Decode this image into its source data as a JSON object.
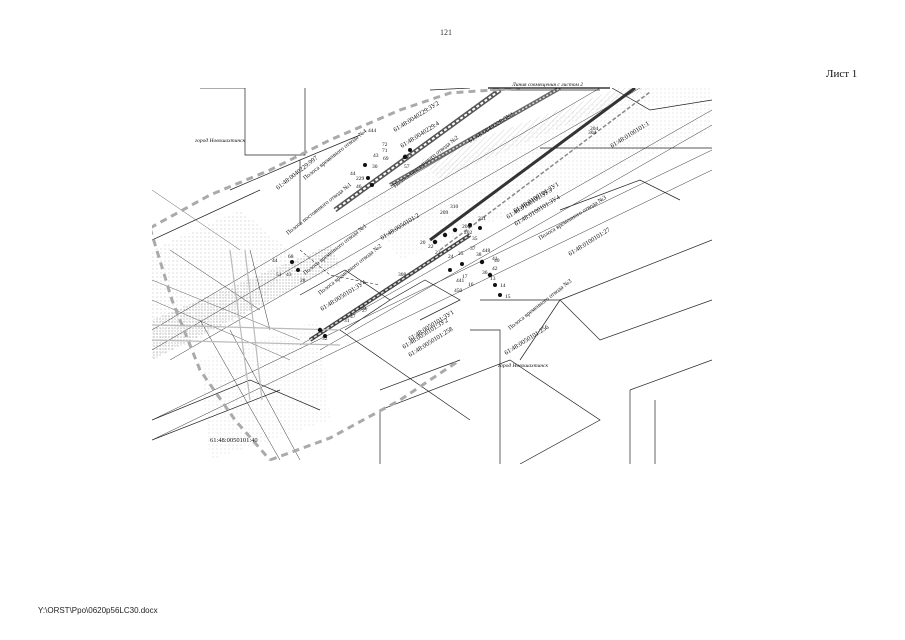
{
  "page": {
    "page_number": "121",
    "sheet_label": "Лист 1",
    "footer_path": "Y:\\ORST\\Ppo\\0620p56LC30.docx"
  },
  "map": {
    "city_label_left": "город Новошахтинск",
    "city_label_bottom": "город Новошахтинск",
    "top_line_label": "Линия совмещения с листом 2",
    "parcels": [
      {
        "id": "p1",
        "label": "61:48:0040229:997"
      },
      {
        "id": "p2",
        "label": "61:48:0040229:3У2"
      },
      {
        "id": "p3",
        "label": "61:48:0040229:4"
      },
      {
        "id": "p4",
        "label": "61:48:0040229:3У1"
      },
      {
        "id": "p5",
        "label": "61:48:0100101:1"
      },
      {
        "id": "p6",
        "label": "61:48:0050101:2"
      },
      {
        "id": "p7",
        "label": "61:48:0100101:3У1"
      },
      {
        "id": "p8",
        "label": "61:48:0100101:3У3"
      },
      {
        "id": "p9",
        "label": "61:48:0100101:3У4"
      },
      {
        "id": "p10",
        "label": "61:48:0100101:27"
      },
      {
        "id": "p11",
        "label": "61:48:0050101:3У4"
      },
      {
        "id": "p12",
        "label": "61:48:0050101:3У1"
      },
      {
        "id": "p13",
        "label": "61:48:0050101:3У2"
      },
      {
        "id": "p14",
        "label": "61:48:0050101:258"
      },
      {
        "id": "p15",
        "label": "61:48:0050101:256"
      },
      {
        "id": "p16",
        "label": "61:48:0050101:40"
      }
    ],
    "strips": [
      {
        "id": "s1",
        "label": "Полоса постоянного отвода №1"
      },
      {
        "id": "s2",
        "label": "Полоса временного отвода №1"
      },
      {
        "id": "s3",
        "label": "Полоса временного отвода №4"
      },
      {
        "id": "s4",
        "label": "Полоса постоянного отвода №2"
      },
      {
        "id": "s5",
        "label": "Полоса временного отвода №2"
      },
      {
        "id": "s6",
        "label": "Полоса временного отвода №3"
      },
      {
        "id": "s7",
        "label": "Полоса временного отвода №3"
      }
    ],
    "point_numbers": [
      "444",
      "72",
      "71",
      "69",
      "43",
      "30",
      "44",
      "229",
      "46",
      "58",
      "57",
      "44",
      "51",
      "43",
      "68",
      "310",
      "209",
      "211",
      "206",
      "202",
      "35",
      "37",
      "38",
      "448",
      "41",
      "42",
      "36",
      "13",
      "14",
      "15",
      "24",
      "25",
      "23",
      "22",
      "20",
      "441",
      "450",
      "308",
      "47",
      "31",
      "32",
      "17",
      "16",
      "27",
      "309",
      "204",
      "304",
      "28",
      "40"
    ]
  }
}
